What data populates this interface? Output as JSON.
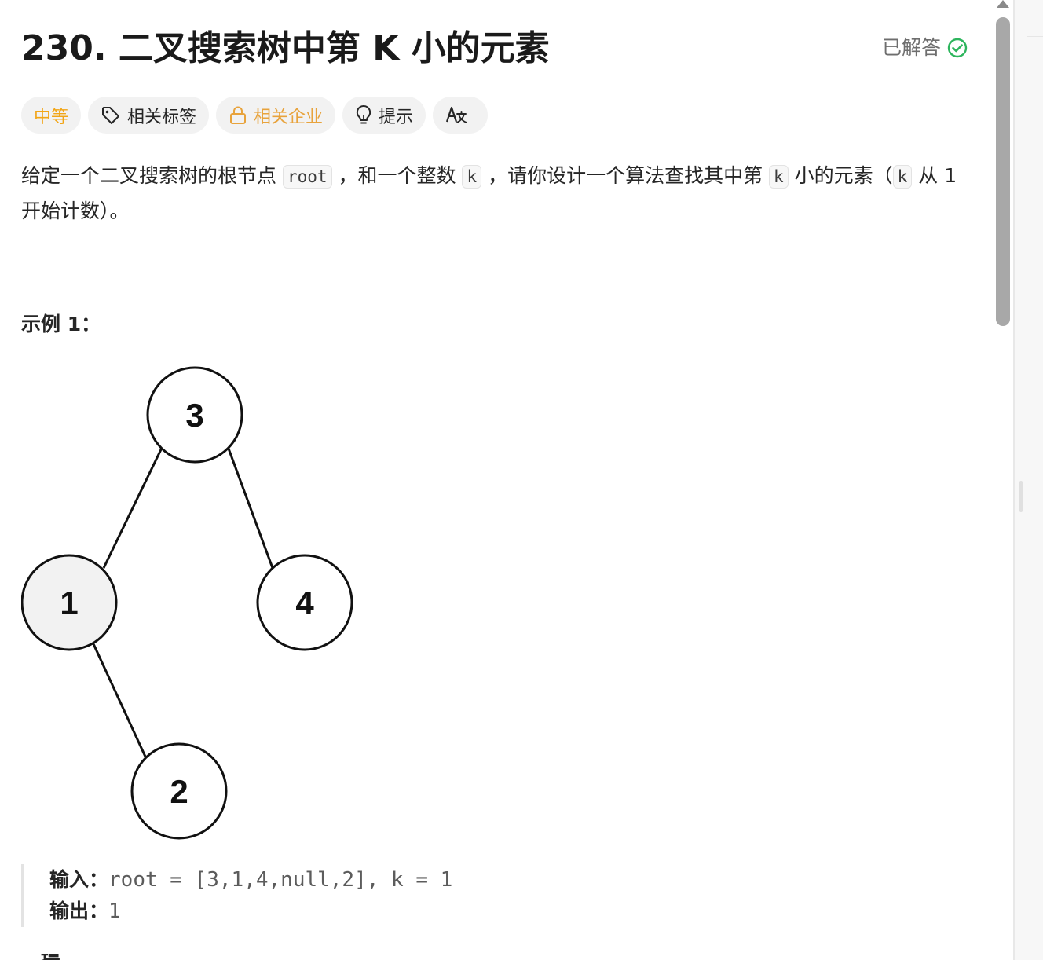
{
  "header": {
    "title": "230. 二叉搜索树中第 K 小的元素",
    "solved_label": "已解答",
    "solved_color": "#2db55d"
  },
  "tags": [
    {
      "label": "中等",
      "icon": "",
      "color": "#f2a516"
    },
    {
      "label": "相关标签",
      "icon": "tag-icon"
    },
    {
      "label": "相关企业",
      "icon": "lock-icon",
      "color": "#e8a33c"
    },
    {
      "label": "提示",
      "icon": "lightbulb-icon"
    },
    {
      "label": "",
      "icon": "translate-icon"
    }
  ],
  "description": {
    "p1_a": "给定一个二叉搜索树的根节点",
    "code_root": "root",
    "p1_b": "，和一个整数",
    "code_k1": "k",
    "p1_c": "，请你设计一个算法查找其中第",
    "code_k2": "k",
    "p1_d": "小的元素（",
    "code_k3": "k",
    "p1_e": "从 1 开始计数）。"
  },
  "example1": {
    "title": "示例 1：",
    "tree_nodes": [
      "3",
      "1",
      "4",
      "2"
    ],
    "input_label": "输入：",
    "input_value": "root = [3,1,4,null,2], k = 1",
    "output_label": "输出：",
    "output_value": "1"
  },
  "next_heading_peek": "提示"
}
